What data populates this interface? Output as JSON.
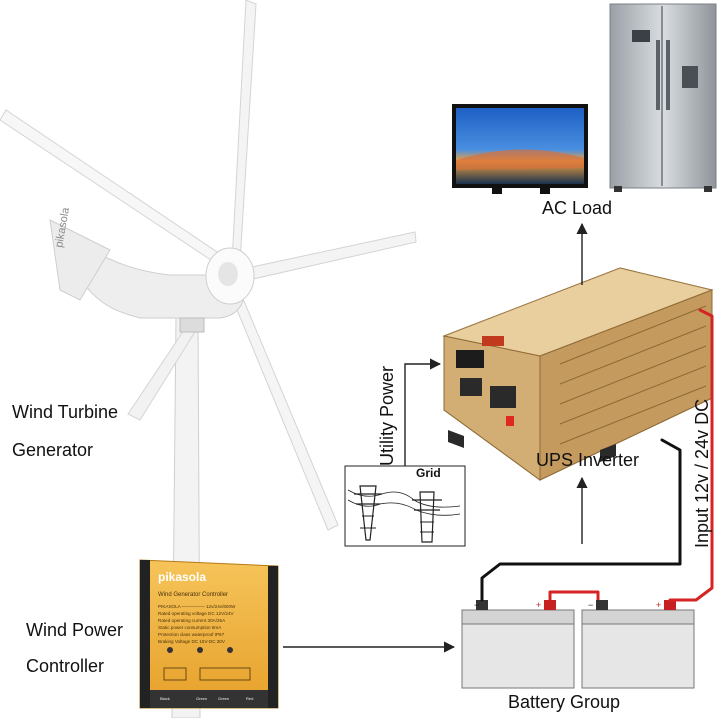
{
  "labels": {
    "wind_turbine_line1": "Wind Turbine",
    "wind_turbine_line2": "Generator",
    "wind_power_line1": "Wind Power",
    "wind_power_line2": "Controller",
    "ac_load": "AC Load",
    "ups_inverter": "UPS Inverter",
    "utility_power": "Utility Power",
    "grid": "Grid",
    "input_dc": "Input 12v / 24v DC",
    "battery_group": "Battery Group"
  },
  "turbine": {
    "brand": "pikasola"
  },
  "controller": {
    "brand": "pikasola",
    "title": "Wind Generator Controller",
    "specs": [
      "PIKASOLA ————— 12v/24v/600W",
      "Rated operating voltage DC 12V/24V",
      "Rated operating current 30A/25A",
      "Static power consumption 6mA",
      "Protection class waterproof IP67",
      "Braking Voltage DC 15V-DC 30V"
    ],
    "terminals": [
      "Black",
      "Green",
      "Green",
      "Red"
    ]
  },
  "colors": {
    "wire_black": "#111111",
    "wire_red": "#d62424",
    "arrow": "#222222",
    "controller_body": "#f2b43a",
    "inverter_body": "#d8b37c",
    "battery_body": "#e6e6e6"
  },
  "icons": {
    "turbine": "wind-turbine-icon",
    "controller": "charge-controller-icon",
    "inverter": "ups-inverter-icon",
    "tv": "television-icon",
    "fridge": "refrigerator-icon",
    "grid": "power-pylon-icon",
    "battery": "battery-icon"
  }
}
